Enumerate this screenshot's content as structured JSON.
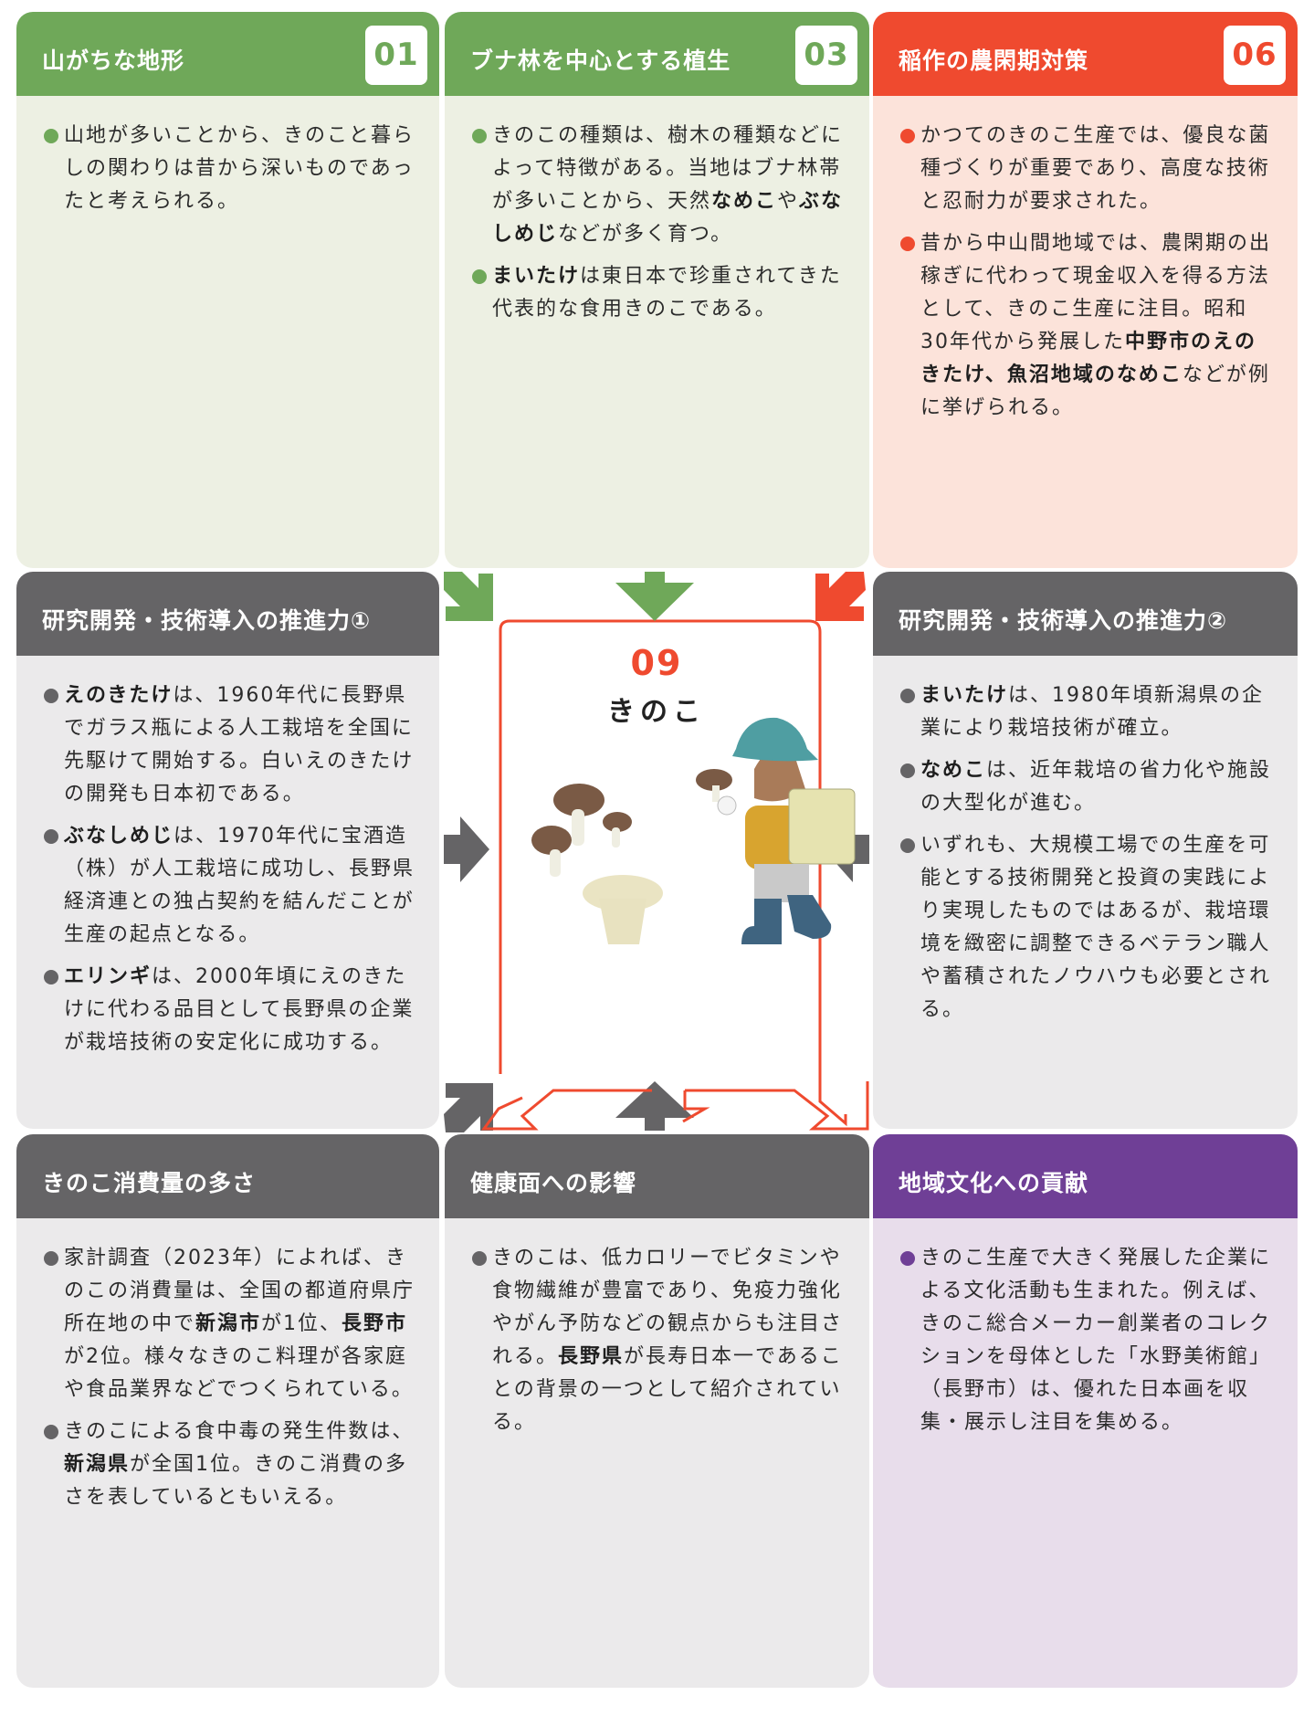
{
  "colors": {
    "green": "#6fa859",
    "red": "#ef4a2f",
    "gray": "#656466",
    "purple": "#6f3f96"
  },
  "cards": {
    "terrain": {
      "title": "山がちな地形",
      "number": "01",
      "bullets": [
        [
          {
            "t": "山地が多いことから、きのこと暮らしの関わりは昔から深いものであったと考えられる。"
          }
        ]
      ]
    },
    "forest": {
      "title": "ブナ林を中心とする植生",
      "number": "03",
      "bullets": [
        [
          {
            "t": "きのこの種類は、樹木の種類などによって特徴がある。当地はブナ林帯が多いことから、天然"
          },
          {
            "t": "なめこ",
            "b": true
          },
          {
            "t": "や"
          },
          {
            "t": "ぶなしめじ",
            "b": true
          },
          {
            "t": "などが多く育つ。"
          }
        ],
        [
          {
            "t": "まいたけ",
            "b": true
          },
          {
            "t": "は東日本で珍重されてきた代表的な食用きのこである。"
          }
        ]
      ]
    },
    "farming": {
      "title": "稲作の農閑期対策",
      "number": "06",
      "bullets": [
        [
          {
            "t": "かつてのきのこ生産では、優良な菌種づくりが重要であり、高度な技術と忍耐力が要求された。"
          }
        ],
        [
          {
            "t": "昔から中山間地域では、農閑期の出稼ぎに代わって現金収入を得る方法として、きのこ生産に注目。昭和30年代から発展した"
          },
          {
            "t": "中野市のえのきたけ、魚沼地域のなめこ",
            "b": true
          },
          {
            "t": "などが例に挙げられる。"
          }
        ]
      ]
    },
    "rnd1": {
      "title": "研究開発・技術導入の推進力①",
      "bullets": [
        [
          {
            "t": "えのきたけ",
            "b": true
          },
          {
            "t": "は、1960年代に長野県でガラス瓶による人工栽培を全国に先駆けて開始する。白いえのきたけの開発も日本初である。"
          }
        ],
        [
          {
            "t": "ぶなしめじ",
            "b": true
          },
          {
            "t": "は、1970年代に宝酒造（株）が人工栽培に成功し、長野県経済連との独占契約を結んだことが生産の起点となる。"
          }
        ],
        [
          {
            "t": "エリンギ",
            "b": true
          },
          {
            "t": "は、2000年頃にえのきたけに代わる品目として長野県の企業が栽培技術の安定化に成功する。"
          }
        ]
      ]
    },
    "rnd2": {
      "title": "研究開発・技術導入の推進力②",
      "bullets": [
        [
          {
            "t": "まいたけ",
            "b": true
          },
          {
            "t": "は、1980年頃新潟県の企業により栽培技術が確立。"
          }
        ],
        [
          {
            "t": "なめこ",
            "b": true
          },
          {
            "t": "は、近年栽培の省力化や施設の大型化が進む。"
          }
        ],
        [
          {
            "t": "いずれも、大規模工場での生産を可能とする技術開発と投資の実践により実現したものではあるが、栽培環境を緻密に調整できるベテラン職人や蓄積されたノウハウも必要とされる。"
          }
        ]
      ]
    },
    "consumption": {
      "title": "きのこ消費量の多さ",
      "bullets": [
        [
          {
            "t": "家計調査（2023年）によれば、きのこの消費量は、全国の都道府県庁所在地の中で"
          },
          {
            "t": "新潟市",
            "b": true
          },
          {
            "t": "が1位、"
          },
          {
            "t": "長野市",
            "b": true
          },
          {
            "t": "が2位。様々なきのこ料理が各家庭や食品業界などでつくられている。"
          }
        ],
        [
          {
            "t": "きのこによる食中毒の発生件数は、"
          },
          {
            "t": "新潟県",
            "b": true
          },
          {
            "t": "が全国1位。きのこ消費の多さを表しているともいえる。"
          }
        ]
      ]
    },
    "health": {
      "title": "健康面への影響",
      "bullets": [
        [
          {
            "t": "きのこは、低カロリーでビタミンや食物繊維が豊富であり、免疫力強化やがん予防などの観点からも注目される。"
          },
          {
            "t": "長野県",
            "b": true
          },
          {
            "t": "が長寿日本一であることの背景の一つとして紹介されている。"
          }
        ]
      ]
    },
    "culture": {
      "title": "地域文化への貢献",
      "bullets": [
        [
          {
            "t": "きのこ生産で大きく発展した企業による文化活動も生まれた。例えば、きのこ総合メーカー創業者のコレクションを母体とした「水野美術館」（長野市）は、優れた日本画を収集・展示し注目を集める。"
          }
        ]
      ]
    }
  },
  "center": {
    "number": "09",
    "title": "きのこ"
  }
}
